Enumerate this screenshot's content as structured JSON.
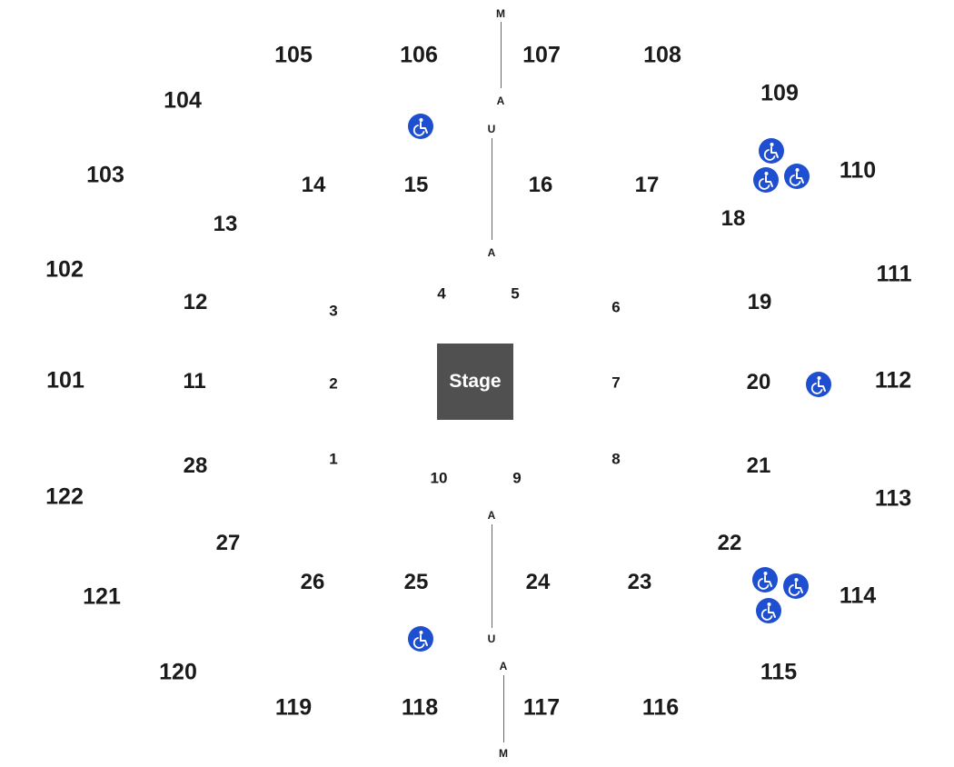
{
  "stage": {
    "label": "Stage"
  },
  "aisle_letters": {
    "top_m": "M",
    "top_a": "A",
    "top_u": "U",
    "top_a2": "A",
    "bottom_a": "A",
    "bottom_u": "U",
    "bottom_a2": "A",
    "bottom_m": "M"
  },
  "sections": {
    "upper": [
      "101",
      "102",
      "103",
      "104",
      "105",
      "106",
      "107",
      "108",
      "109",
      "110",
      "111",
      "112",
      "113",
      "114",
      "115",
      "116",
      "117",
      "118",
      "119",
      "120",
      "121",
      "122"
    ],
    "lower": [
      "11",
      "12",
      "13",
      "14",
      "15",
      "16",
      "17",
      "18",
      "19",
      "20",
      "21",
      "22",
      "23",
      "24",
      "25",
      "26",
      "27",
      "28"
    ],
    "floor": [
      "1",
      "2",
      "3",
      "4",
      "5",
      "6",
      "7",
      "8",
      "9",
      "10"
    ]
  },
  "icons": {
    "accessible": "wheelchair-icon"
  },
  "colors": {
    "accessible": "#1f4fd1",
    "stage": "#505050",
    "text": "#1a1a1a"
  }
}
